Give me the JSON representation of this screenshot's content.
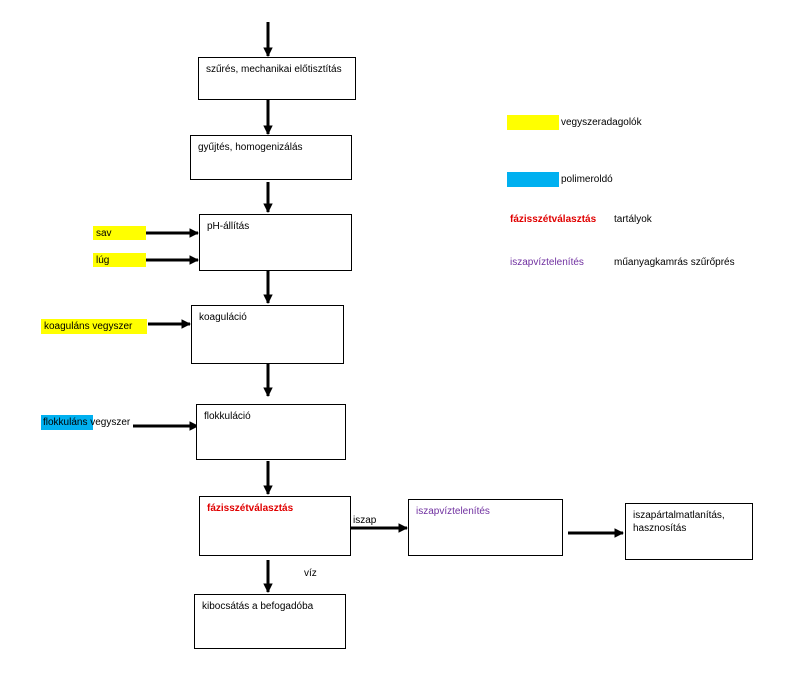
{
  "colors": {
    "yellow": "#ffff00",
    "blue": "#00b0f0",
    "red": "#e00000",
    "purple": "#7030a0"
  },
  "steps": {
    "filtering": "szűrés, mechanikai előtisztítás",
    "collection": "gyűjtés, homogenizálás",
    "ph": "pH-állítás",
    "coagulation": "koaguláció",
    "flocculation": "flokkuláció",
    "phase_separation": "fázisszétválasztás",
    "dewatering": "iszapvíztelenítés",
    "disposal": "iszapártalmatlanítás, hasznosítás",
    "discharge": "kibocsátás a befogadóba"
  },
  "inputs": {
    "acid": "sav",
    "base": "lúg",
    "coagulant": "koaguláns vegyszer",
    "flocculant_hl": "flokkuláns",
    "flocculant_rest": " vegyszer"
  },
  "flow_labels": {
    "sludge": "iszap",
    "water": "víz"
  },
  "legend": {
    "dosers": "vegyszeradagolók",
    "polymer": "polimeroldó",
    "phase_sep": "fázisszétválasztás",
    "tanks": "tartályok",
    "dewatering": "iszapvíztelenítés",
    "press": "műanyagkamrás szűrőprés"
  }
}
